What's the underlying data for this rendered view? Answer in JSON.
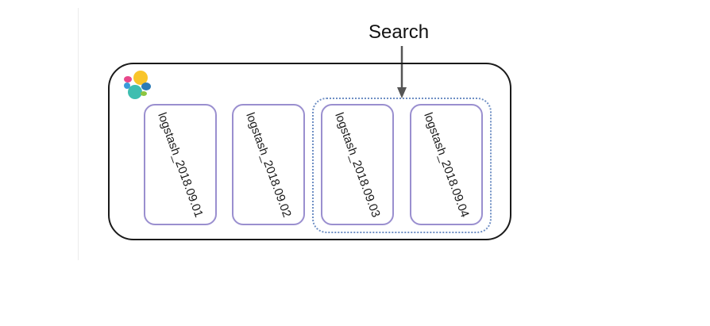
{
  "search_label": "Search",
  "indices": [
    {
      "name": "logstash_2018.09.01",
      "searched": false
    },
    {
      "name": "logstash_2018.09.02",
      "searched": false
    },
    {
      "name": "logstash_2018.09.03",
      "searched": true
    },
    {
      "name": "logstash_2018.09.04",
      "searched": true
    }
  ],
  "colors": {
    "cluster_border": "#1a1a1a",
    "index_border": "#9a8fcf",
    "search_group_border": "#6f8fc4",
    "arrow": "#555555"
  },
  "icons": {
    "cluster_logo": "elastic-logo-icon",
    "pointer": "down-arrow-icon"
  }
}
